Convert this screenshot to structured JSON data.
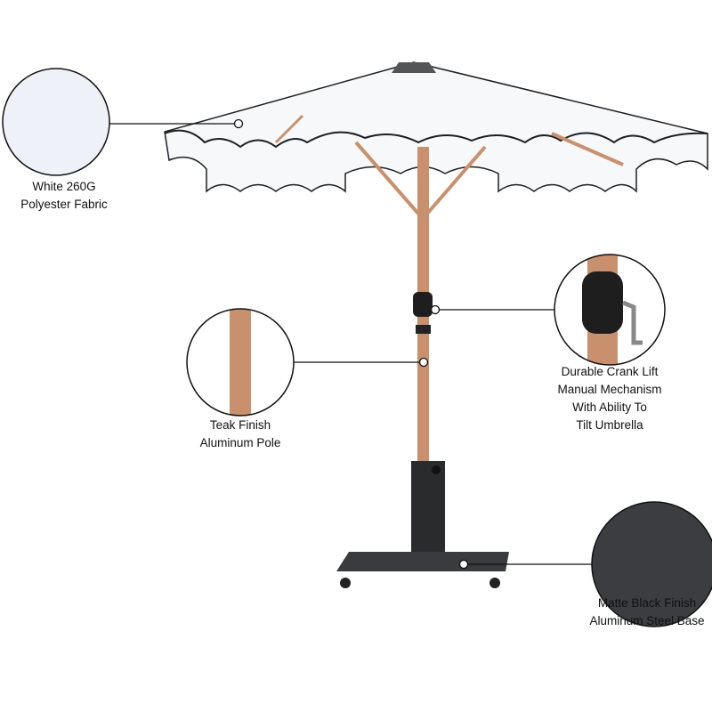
{
  "callouts": {
    "fabric": {
      "line1": "White 260G",
      "line2": "Polyester Fabric"
    },
    "pole": {
      "line1": "Teak Finish",
      "line2": "Aluminum Pole"
    },
    "crank": {
      "line1": "Durable Crank Lift",
      "line2": "Manual Mechanism",
      "line3": "With Ability To",
      "line4": "Tilt Umbrella"
    },
    "base": {
      "line1": "Matte Black Finish",
      "line2": "Aluminum Steel Base"
    }
  },
  "colors": {
    "canopy": "#f7f8fa",
    "trim": "#1e1e1e",
    "pole": "#c9906d",
    "base": "#2e2f31",
    "swatch_fabric": "#eef2f8",
    "swatch_base": "#3b3d40"
  }
}
